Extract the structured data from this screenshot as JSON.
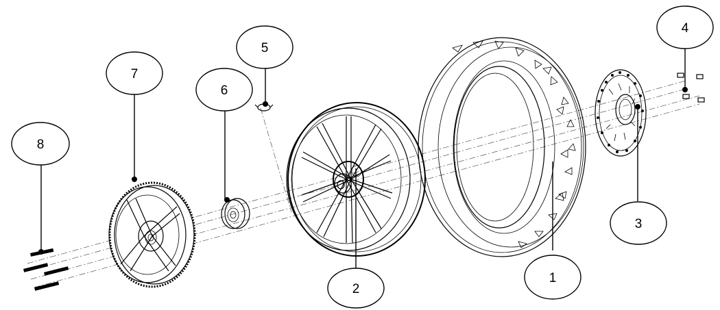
{
  "callouts": [
    {
      "id": "1",
      "label": "1"
    },
    {
      "id": "2",
      "label": "2"
    },
    {
      "id": "3",
      "label": "3"
    },
    {
      "id": "4",
      "label": "4"
    },
    {
      "id": "5",
      "label": "5"
    },
    {
      "id": "6",
      "label": "6"
    },
    {
      "id": "7",
      "label": "7"
    },
    {
      "id": "8",
      "label": "8"
    }
  ],
  "parts": [
    {
      "callout": "1",
      "icon": "tire-icon"
    },
    {
      "callout": "2",
      "icon": "wheel-rim-icon"
    },
    {
      "callout": "3",
      "icon": "brake-disc-icon"
    },
    {
      "callout": "4",
      "icon": "disc-bolts-icon"
    },
    {
      "callout": "5",
      "icon": "valve-stem-icon"
    },
    {
      "callout": "6",
      "icon": "hub-adapter-icon"
    },
    {
      "callout": "7",
      "icon": "sprocket-icon"
    },
    {
      "callout": "8",
      "icon": "sprocket-bolts-icon"
    }
  ],
  "colors": {
    "line": "#000000",
    "background": "#ffffff"
  }
}
